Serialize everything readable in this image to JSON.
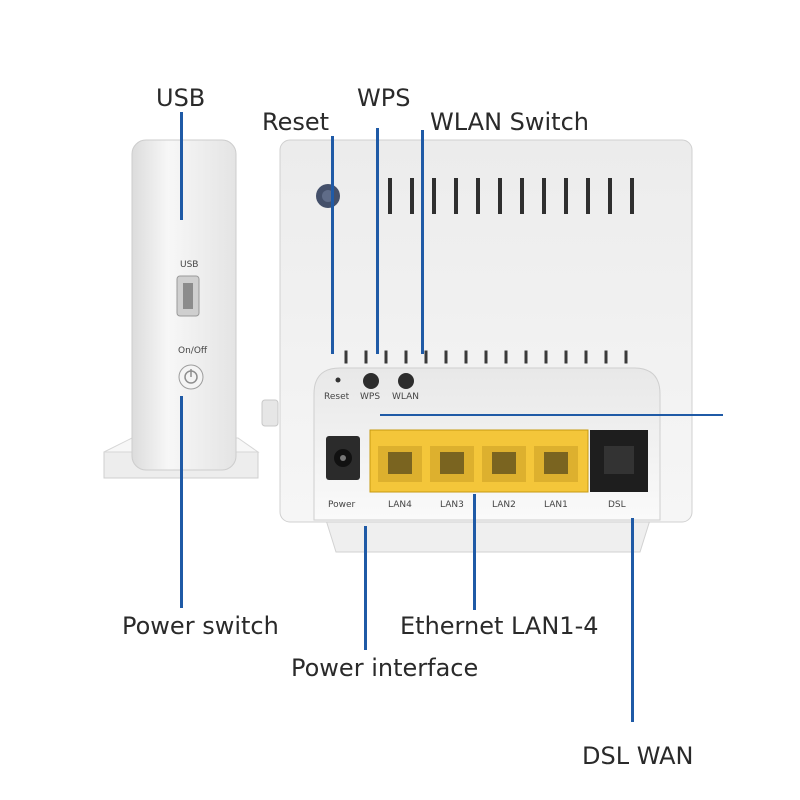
{
  "callouts": {
    "usb": "USB",
    "reset": "Reset",
    "wps": "WPS",
    "wlan_switch": "WLAN Switch",
    "power_switch": "Power switch",
    "ethernet": "Ethernet LAN1-4",
    "power_interface": "Power interface",
    "dsl_wan": "DSL WAN"
  },
  "side_panel_labels": {
    "usb": "USB",
    "on_off": "On/Off"
  },
  "rear_panel_labels": {
    "reset": "Reset",
    "wps": "WPS",
    "wlan": "WLAN",
    "power": "Power",
    "lan4": "LAN4",
    "lan3": "LAN3",
    "lan2": "LAN2",
    "lan1": "LAN1",
    "dsl": "DSL"
  },
  "colors": {
    "leader_line": "#1f5aa6",
    "lan_port": "#f4c63a",
    "device_body": "#f2f2f2"
  }
}
